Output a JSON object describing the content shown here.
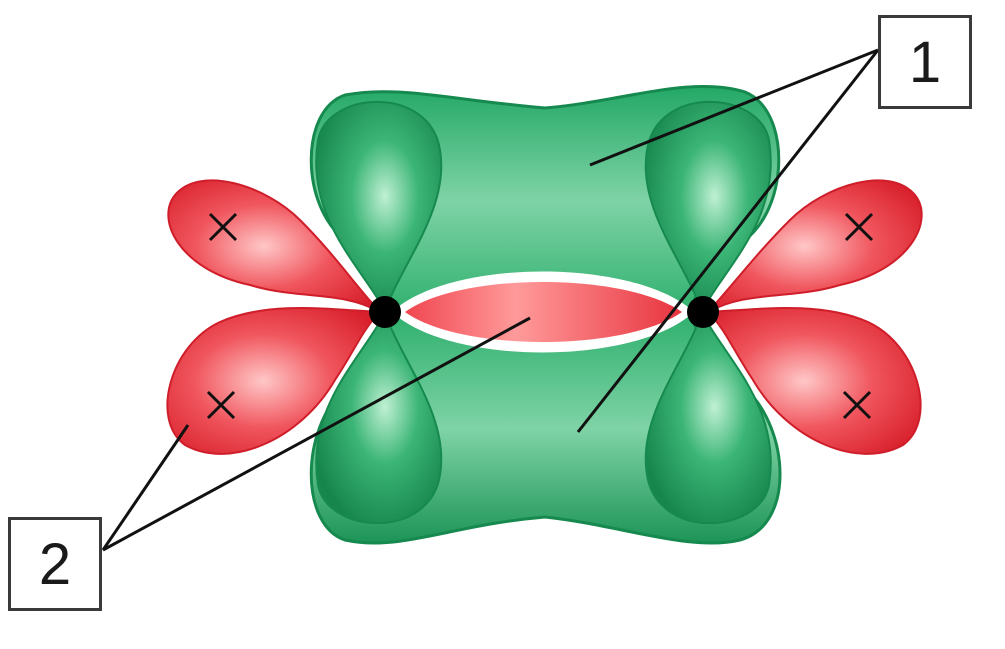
{
  "callouts": [
    {
      "id": "1",
      "label": "1"
    },
    {
      "id": "2",
      "label": "2"
    }
  ],
  "colors": {
    "pi_bond_green": "#1f9a5c",
    "pi_bond_green_light": "#8fdbb3",
    "sigma_red": "#e8343f",
    "sigma_red_light": "#ffb3b3",
    "nucleus": "#000000",
    "leader_line": "#111111"
  },
  "icons": [
    "cross-mark-icon"
  ]
}
